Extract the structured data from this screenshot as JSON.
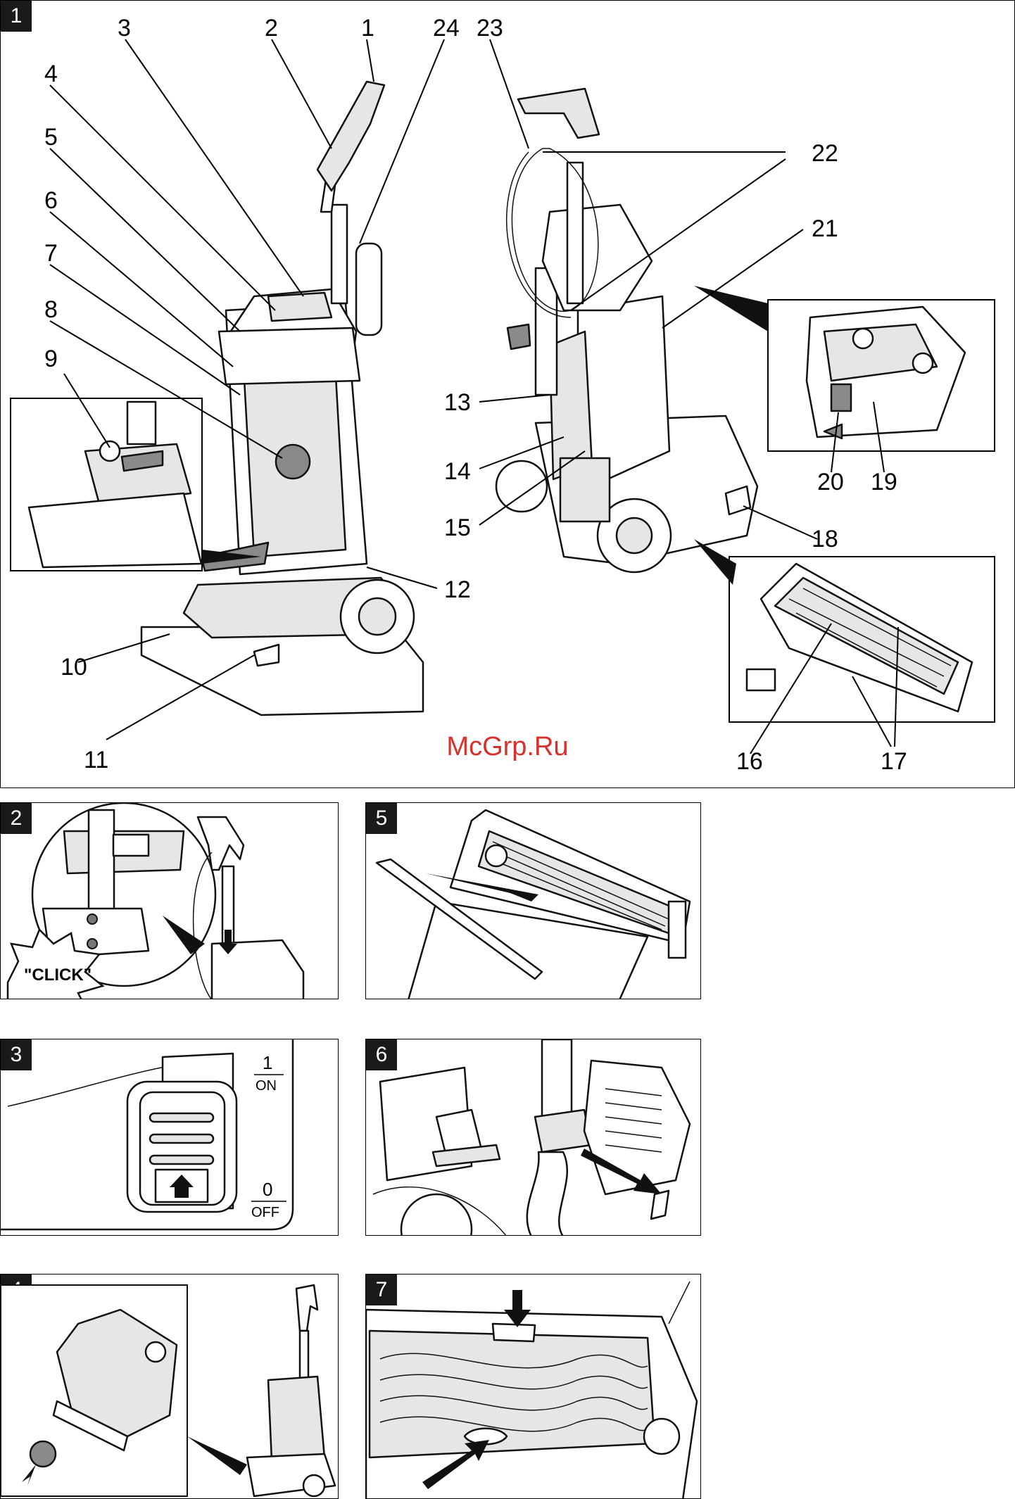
{
  "figures": [
    {
      "number": "1"
    },
    {
      "number": "2",
      "label": "\"CLICK\""
    },
    {
      "number": "3",
      "switch_on_number": "1",
      "switch_on_text": "ON",
      "switch_off_number": "0",
      "switch_off_text": "OFF"
    },
    {
      "number": "4"
    },
    {
      "number": "5"
    },
    {
      "number": "6"
    },
    {
      "number": "7"
    }
  ],
  "callouts": [
    "1",
    "2",
    "3",
    "4",
    "5",
    "6",
    "7",
    "8",
    "9",
    "10",
    "11",
    "12",
    "13",
    "14",
    "15",
    "16",
    "17",
    "18",
    "19",
    "20",
    "21",
    "22",
    "23",
    "24"
  ],
  "watermark": "McGrp.Ru",
  "colors": {
    "watermark": "#d9302a",
    "figure_badge": "#1a1a1a"
  }
}
